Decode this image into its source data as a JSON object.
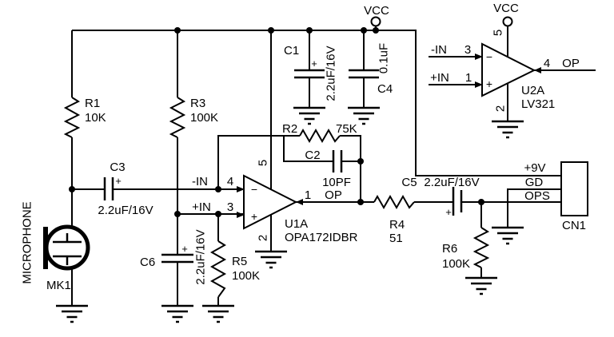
{
  "colors": {
    "line": "#000000",
    "background": "#ffffff"
  },
  "labels": {
    "vcc": "VCC",
    "neg_in": "-IN",
    "pos_in": "+IN",
    "op": "OP",
    "p9v": "+9V",
    "gd": "GD",
    "ops": "OPS",
    "microphone": "MICROPHONE",
    "plus_mark": "+",
    "minus_sign": "−",
    "plus_sign": "+"
  },
  "components": {
    "r1": {
      "ref": "R1",
      "value": "10K"
    },
    "r2": {
      "ref": "R2",
      "value": "75K"
    },
    "r3": {
      "ref": "R3",
      "value": "100K"
    },
    "r4": {
      "ref": "R4",
      "value": "51"
    },
    "r5": {
      "ref": "R5",
      "value": "100K"
    },
    "r6": {
      "ref": "R6",
      "value": "100K"
    },
    "c1": {
      "ref": "C1",
      "value": "2.2uF/16V"
    },
    "c2": {
      "ref": "C2",
      "value": "10PF"
    },
    "c3": {
      "ref": "C3",
      "value": "2.2uF/16V"
    },
    "c4": {
      "ref": "C4",
      "value": "0.1uF"
    },
    "c5": {
      "ref": "C5",
      "value": "2.2uF/16V"
    },
    "c6": {
      "ref": "C6",
      "value": "2.2uF/16V"
    },
    "u1a": {
      "ref": "U1A",
      "part": "OPA172IDBR",
      "pin_inv": "4",
      "pin_noninv": "3",
      "pin_out": "1",
      "pin_vcc": "5",
      "pin_gnd": "2"
    },
    "u2a": {
      "ref": "U2A",
      "part": "LV321",
      "pin_inv": "3",
      "pin_noninv": "1",
      "pin_out": "4",
      "pin_vcc": "5",
      "pin_gnd": "2"
    },
    "mk1": {
      "ref": "MK1"
    },
    "cn1": {
      "ref": "CN1"
    }
  }
}
